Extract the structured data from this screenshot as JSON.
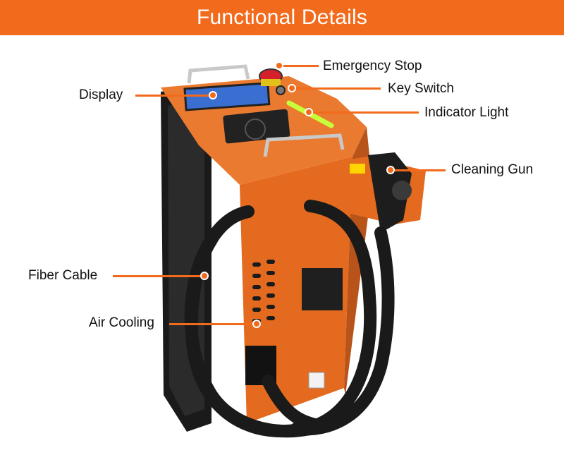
{
  "banner": {
    "title": "Functional Details"
  },
  "callouts": {
    "emergency_stop": "Emergency Stop",
    "key_switch": "Key Switch",
    "indicator_light": "Indicator Light",
    "display": "Display",
    "cleaning_gun": "Cleaning Gun",
    "fiber_cable": "Fiber Cable",
    "air_cooling": "Air Cooling"
  },
  "colors": {
    "accent": "#f26a1b",
    "machine_body": "#e8702a",
    "machine_dark": "#1c1c1c",
    "indicator": "#c8ff3a"
  }
}
